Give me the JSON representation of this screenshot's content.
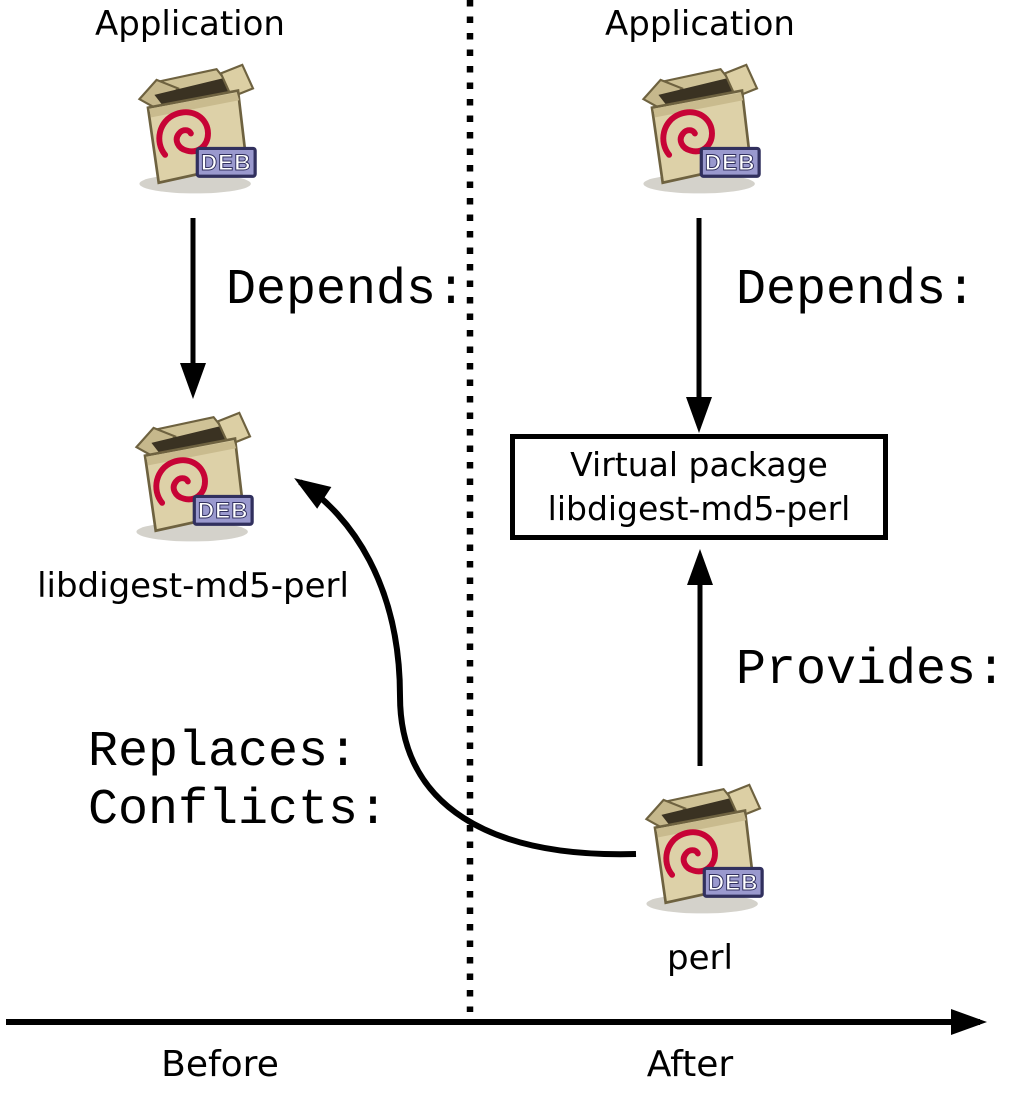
{
  "diagram": {
    "left": {
      "application": "Application",
      "depends": "Depends:",
      "package_label": "libdigest-md5-perl",
      "replaces": "Replaces:",
      "conflicts": "Conflicts:"
    },
    "right": {
      "application": "Application",
      "depends": "Depends:",
      "provides": "Provides:",
      "virtual_box_line1": "Virtual package",
      "virtual_box_line2": "libdigest-md5-perl",
      "package_label": "perl"
    },
    "axis": {
      "before": "Before",
      "after": "After"
    },
    "deb_badge": "DEB",
    "colors": {
      "box_fill": "#ddd1a8",
      "box_edge": "#6e6240",
      "box_interior": "#3a3222",
      "swirl": "#c70336",
      "badge_fill": "#9a99ce",
      "badge_edge": "#31305e",
      "line": "#000000"
    }
  }
}
